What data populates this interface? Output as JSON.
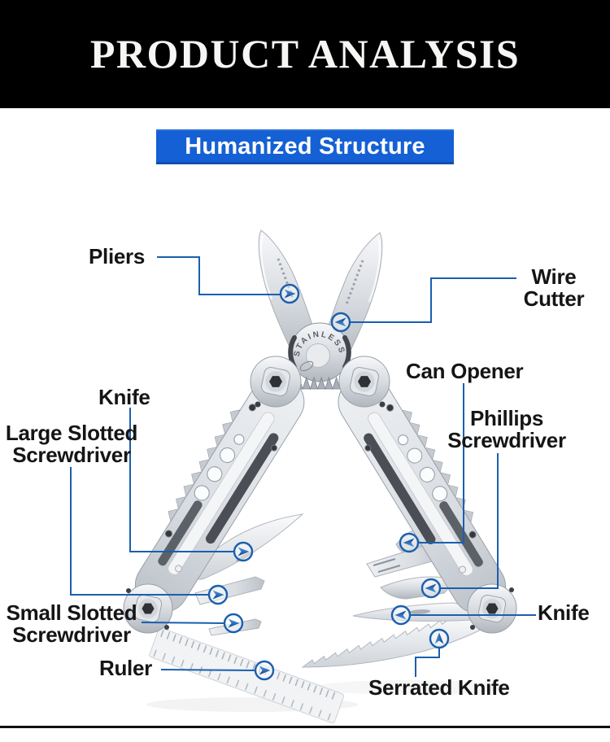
{
  "header": {
    "title": "PRODUCT ANALYSIS"
  },
  "section_banner": {
    "text": "Humanized Structure"
  },
  "tool": {
    "stamp": "STAINLESS"
  },
  "callouts": [
    {
      "id": "pliers",
      "lines": [
        "Pliers"
      ]
    },
    {
      "id": "wire-cutter",
      "lines": [
        "Wire",
        "Cutter"
      ]
    },
    {
      "id": "can-opener",
      "lines": [
        "Can Opener"
      ]
    },
    {
      "id": "phillips-screwdriver",
      "lines": [
        "Phillips",
        "Screwdriver"
      ]
    },
    {
      "id": "knife-left",
      "lines": [
        "Knife"
      ]
    },
    {
      "id": "large-slotted-screwdriver",
      "lines": [
        "Large Slotted",
        "Screwdriver"
      ]
    },
    {
      "id": "small-slotted-screwdriver",
      "lines": [
        "Small Slotted",
        "Screwdriver"
      ]
    },
    {
      "id": "ruler",
      "lines": [
        "Ruler"
      ]
    },
    {
      "id": "knife-right",
      "lines": [
        "Knife"
      ]
    },
    {
      "id": "serrated-knife",
      "lines": [
        "Serrated Knife"
      ]
    }
  ],
  "colors": {
    "header_bg": "#000000",
    "banner_bg": "#1560d4",
    "label_color": "#151515",
    "line_color": "#1a5fae",
    "arrow_light": "#56a0e0",
    "arrow_dark": "#0a3f8f"
  }
}
